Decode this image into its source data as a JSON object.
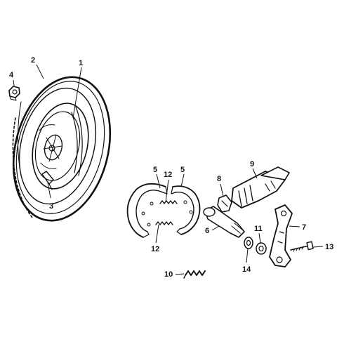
{
  "callouts": {
    "c1": "1",
    "c2": "2",
    "c3": "3",
    "c4": "4",
    "c5a": "5",
    "c5b": "5",
    "c6": "6",
    "c7": "7",
    "c8": "8",
    "c9": "9",
    "c10": "10",
    "c11": "11",
    "c12a": "12",
    "c12b": "12",
    "c13": "13",
    "c14": "14"
  },
  "colors": {
    "ink": "#111111",
    "paper": "#ffffff"
  }
}
